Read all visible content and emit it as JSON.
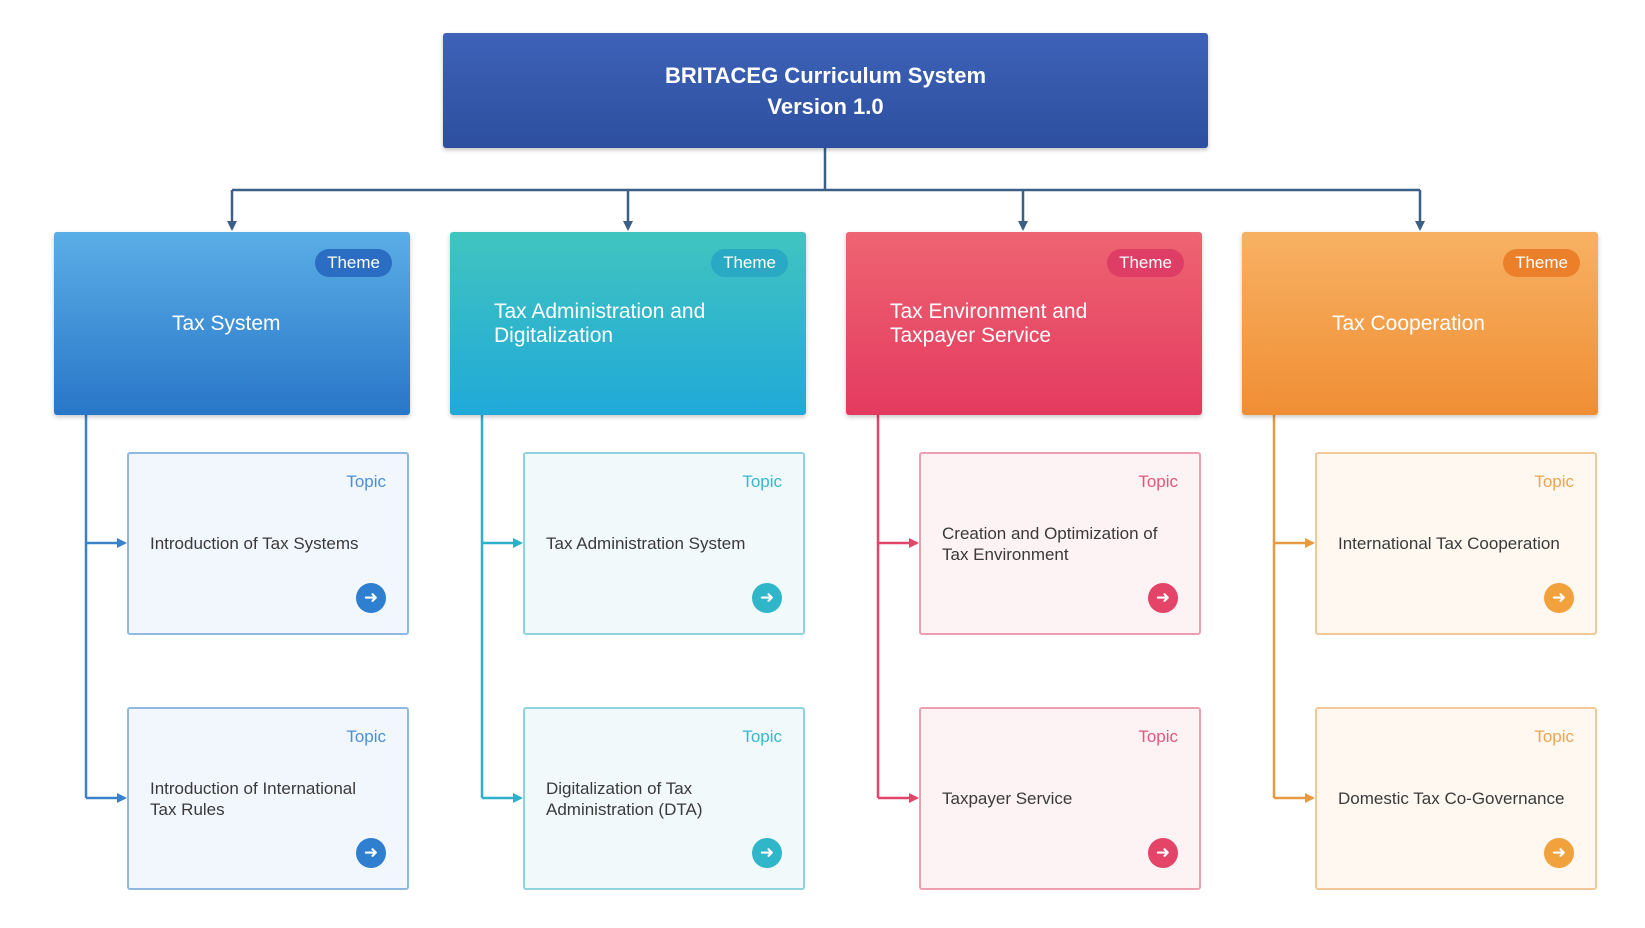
{
  "root": {
    "line1": "BRITACEG Curriculum System",
    "line2": "Version 1.0"
  },
  "themes": [
    {
      "badge": "Theme",
      "label": "Tax System",
      "color": "#2d7bcb",
      "topics": [
        {
          "tag": "Topic",
          "label": "Introduction of Tax Systems",
          "icon": "arrow-right-icon"
        },
        {
          "tag": "Topic",
          "label": "Introduction of International Tax Rules",
          "icon": "arrow-right-icon"
        }
      ]
    },
    {
      "badge": "Theme",
      "label": "Tax Administration and Digitalization",
      "color": "#22aed0",
      "topics": [
        {
          "tag": "Topic",
          "label": "Tax Administration System",
          "icon": "arrow-right-icon"
        },
        {
          "tag": "Topic",
          "label": "Digitalization of Tax Administration (DTA)",
          "icon": "arrow-right-icon"
        }
      ]
    },
    {
      "badge": "Theme",
      "label": "Tax Environment and Taxpayer Service",
      "color": "#e4405f",
      "topics": [
        {
          "tag": "Topic",
          "label": "Creation and Optimization of Tax Environment",
          "icon": "arrow-right-icon"
        },
        {
          "tag": "Topic",
          "label": "Taxpayer Service",
          "icon": "arrow-right-icon"
        }
      ]
    },
    {
      "badge": "Theme",
      "label": "Tax Cooperation",
      "color": "#f0943a",
      "topics": [
        {
          "tag": "Topic",
          "label": "International Tax Cooperation",
          "icon": "arrow-right-icon"
        },
        {
          "tag": "Topic",
          "label": "Domestic Tax Co-Governance",
          "icon": "arrow-right-icon"
        }
      ]
    }
  ]
}
